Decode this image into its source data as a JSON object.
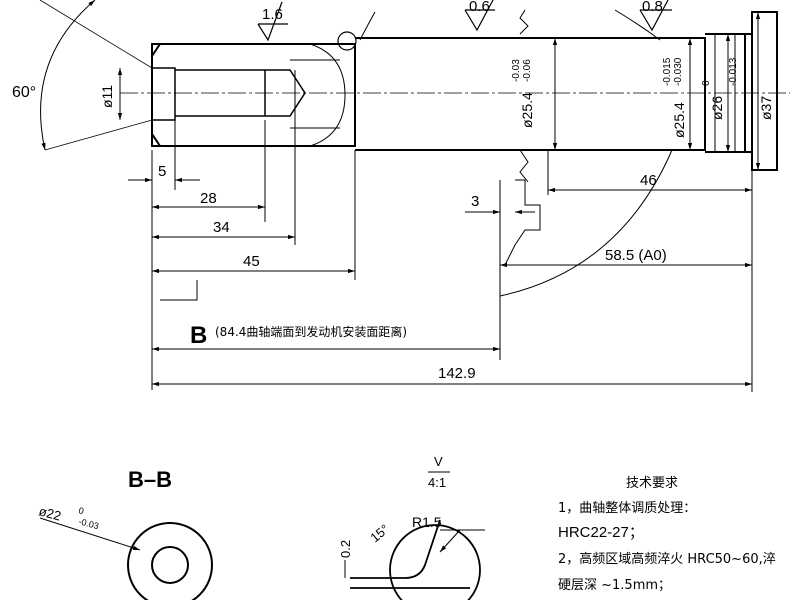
{
  "drawing": {
    "roughness": {
      "r1": "1.6",
      "r2": "0.6",
      "r3": "0.8"
    },
    "angle": "60°",
    "dia_left": "ø11",
    "dia_mid": "ø25.4",
    "tol_mid_upper": "-0.03",
    "tol_mid_lower": "-0.06",
    "dia_mid2": "ø25.4",
    "tol_mid2_upper": "-0.015",
    "tol_mid2_lower": "-0.030",
    "dia_groove": "ø26",
    "tol_groove_upper": "0",
    "tol_groove_lower": "-0.013",
    "dia_flange": "ø37",
    "dims": {
      "d5": "5",
      "d28": "28",
      "d34": "34",
      "d45": "45",
      "d46": "46",
      "d3": "3",
      "d585": "58.5 (A0)",
      "d1429": "142.9"
    },
    "section_letter": "B",
    "section_note": "(84.4曲轴端面到发动机安装面距离)"
  },
  "section_bb": {
    "title": "B–B",
    "dia": "ø22",
    "tol_upper": "0",
    "tol_lower": "-0.03"
  },
  "detail_v": {
    "letter": "V",
    "scale": "4:1",
    "radius": "R1.5",
    "angle": "15°",
    "depth": "0.2"
  },
  "tech_req": {
    "title": "技术要求",
    "line1": "1，曲轴整体调质处理：",
    "line2": "HRC22-27；",
    "line3": "2，高频区域高频淬火 HRC50~60,淬",
    "line4": "硬层深 ~1.5mm；"
  }
}
